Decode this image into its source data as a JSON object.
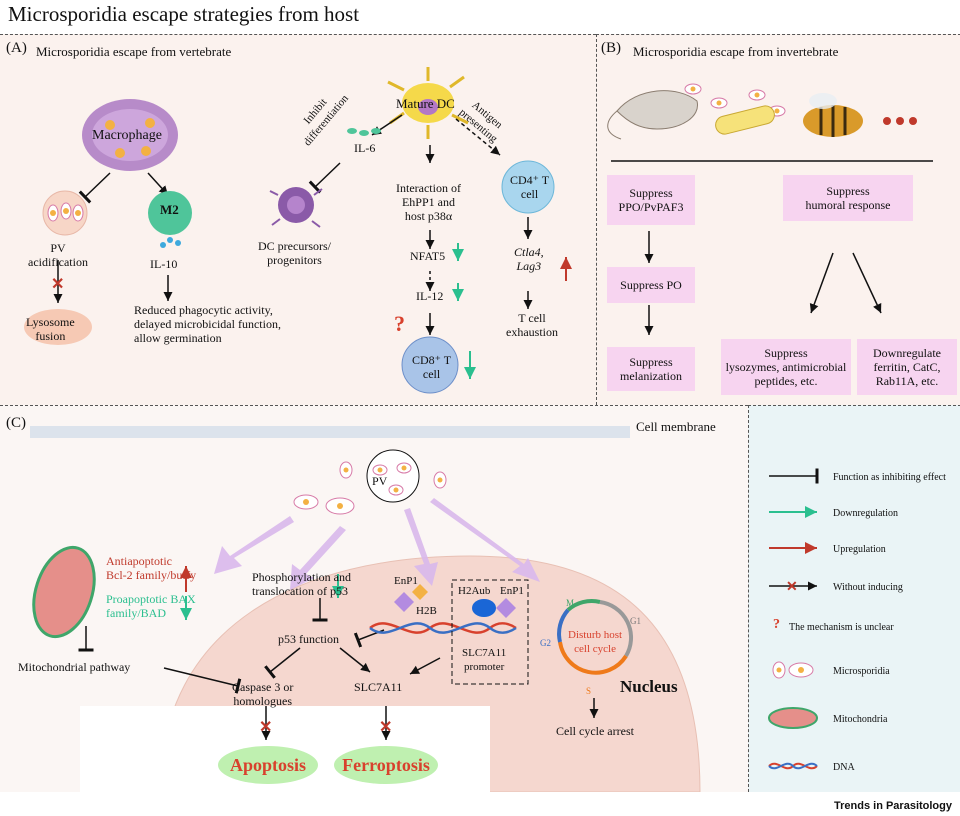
{
  "title": "Microsporidia escape strategies from host",
  "panelA": {
    "letter": "(A)",
    "heading": "Microsporidia escape from vertebrate",
    "macrophage": "Macrophage",
    "pv_acidification": "PV\nacidification",
    "lysosome_fusion": "Lysosome\nfusion",
    "m2": "M2",
    "il10": "IL-10",
    "reduced": "Reduced phagocytic activity,\ndelayed microbicidal function,\nallow germination",
    "mature_dc": "Mature DC",
    "il6": "IL-6",
    "inhibit": "Inhibit\ndifferentiation",
    "dc_precursors": "DC precursors/\nprogenitors",
    "interaction": "Interaction of\nEhPP1 and\nhost p38α",
    "nfat5": "NFAT5",
    "il12": "IL-12",
    "cd8": "CD8⁺ T\ncell",
    "antigen": "Antigen\npresenting",
    "cd4": "CD4⁺ T\ncell",
    "ctla4": "Ctla4,\nLag3",
    "exhaustion": "T cell\nexhaustion"
  },
  "panelB": {
    "letter": "(B)",
    "heading": "Microsporidia escape from invertebrate",
    "suppress_ppo": "Suppress\nPPO/PvPAF3",
    "suppress_po": "Suppress PO",
    "suppress_mel": "Suppress\nmelanization",
    "suppress_humoral": "Suppress\nhumoral response",
    "suppress_lys": "Suppress\nlysozymes, antimicrobial\npeptides, etc.",
    "downregulate": "Downregulate\nferritin, CatC,\nRab11A, etc."
  },
  "panelC": {
    "letter": "(C)",
    "cell_membrane": "Cell membrane",
    "pv": "PV",
    "antiapoptotic": "Antiapoptotic\nBcl-2 family/buffy",
    "proapoptotic": "Proapoptotic BAX\nfamily/BAD",
    "mito_pathway": "Mitochondrial pathway",
    "phospho": "Phosphorylation and\ntranslocation of p53",
    "p53_function": "p53 function",
    "enp1": "EnP1",
    "h2b": "H2B",
    "h2aub": "H2Aub",
    "enp1b": "EnP1",
    "slc_promoter": "SLC7A11\npromoter",
    "caspase": "Caspase 3 or\nhomologues",
    "slc7a11": "SLC7A11",
    "disturb": "Disturb host\ncell cycle",
    "nucleus": "Nucleus",
    "cycle_m": "M",
    "cycle_g1": "G1",
    "cycle_g2": "G2",
    "cycle_s": "S",
    "arrest": "Cell cycle arrest",
    "apoptosis": "Apoptosis",
    "ferroptosis": "Ferroptosis"
  },
  "legend": {
    "items": [
      "Function as inhibiting effect",
      "Downregulation",
      "Upregulation",
      "Without inducing",
      "The mechanism is unclear",
      "Microsporidia",
      "Mitochondria",
      "DNA"
    ]
  },
  "footer": "Trends in Parasitology",
  "colors": {
    "down": "#2bbf8f",
    "up": "#c0392b",
    "pink_box": "#f7d4f0",
    "outcome": "#bff0b0",
    "outcome_text": "#d8412d"
  }
}
